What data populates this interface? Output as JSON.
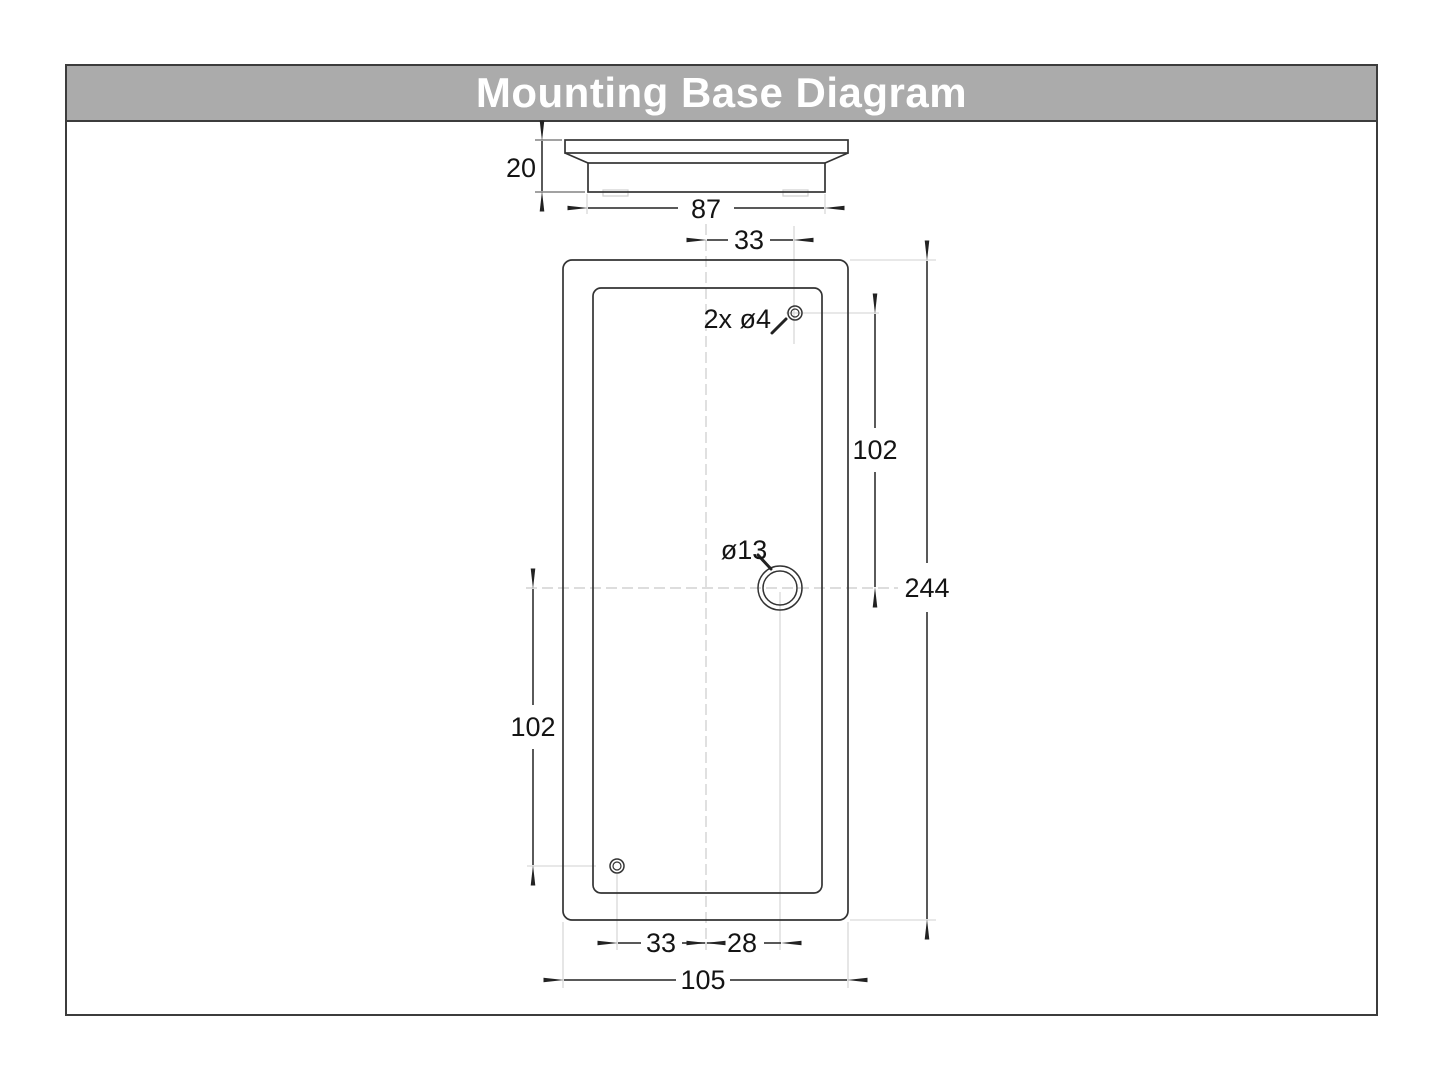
{
  "title": "Mounting Base Diagram",
  "colors": {
    "header_bg": "#ABABAB",
    "header_text": "#FFFFFF",
    "drawing_line": "#333333",
    "dimension_line": "#222222",
    "extension_line": "#d9d9d9",
    "centerline": "#d2d2d2"
  },
  "side_view": {
    "height": "20",
    "body_width": "87"
  },
  "front_view": {
    "hole_offset_top": "33",
    "screw_holes": "2x ø4",
    "upper_span": "102",
    "center_hole": "ø13",
    "overall_height": "244",
    "lower_span": "102",
    "hole_offset_bottom": "33",
    "center_offset_bottom": "28",
    "overall_width": "105"
  }
}
